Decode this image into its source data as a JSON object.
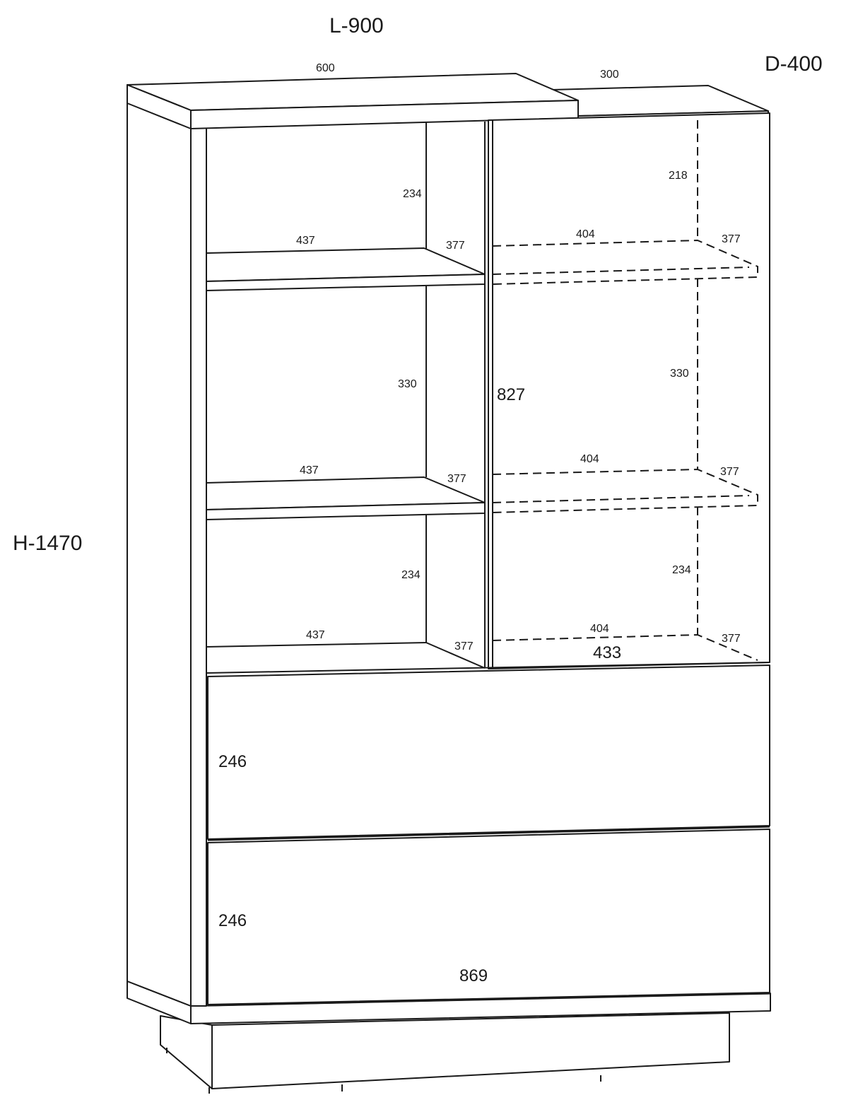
{
  "overall": {
    "length": "L-900",
    "depth": "D-400",
    "height": "H-1470"
  },
  "top": {
    "left_width": "600",
    "right_width": "300"
  },
  "open_shelves": {
    "top_height": "234",
    "middle_height": "330",
    "bottom_height": "234",
    "shelf1_width": "437",
    "shelf1_depth": "377",
    "shelf2_width": "437",
    "shelf2_depth": "377",
    "shelf3_width": "437",
    "shelf3_depth": "377"
  },
  "door_section": {
    "door_height": "827",
    "door_width": "433",
    "top_height": "218",
    "middle_height": "330",
    "bottom_height": "234",
    "shelf1_width": "404",
    "shelf1_depth": "377",
    "shelf2_width": "404",
    "shelf2_depth": "377",
    "shelf3_width": "404",
    "shelf3_depth": "377"
  },
  "drawers": {
    "drawer1_height": "246",
    "drawer2_height": "246",
    "width": "869"
  }
}
